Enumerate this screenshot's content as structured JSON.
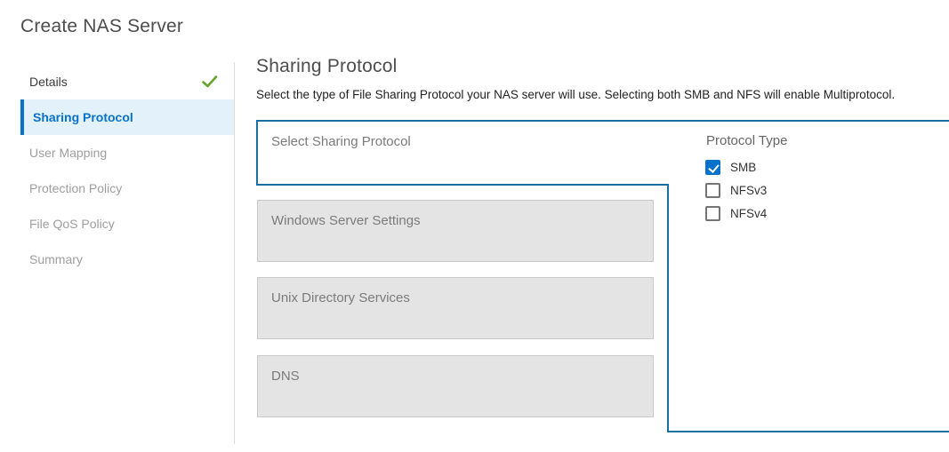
{
  "page_title": "Create NAS Server",
  "sidebar": {
    "items": [
      {
        "label": "Details",
        "state": "complete"
      },
      {
        "label": "Sharing Protocol",
        "state": "active"
      },
      {
        "label": "User Mapping",
        "state": "upcoming"
      },
      {
        "label": "Protection Policy",
        "state": "upcoming"
      },
      {
        "label": "File QoS Policy",
        "state": "upcoming"
      },
      {
        "label": "Summary",
        "state": "upcoming"
      }
    ]
  },
  "main": {
    "heading": "Sharing Protocol",
    "description": "Select the type of File Sharing Protocol your NAS server will use. Selecting both SMB and NFS will enable Multiprotocol.",
    "accordion": {
      "expanded_section": {
        "label": "Select Sharing Protocol",
        "content": {
          "group_label": "Protocol Type",
          "options": [
            {
              "label": "SMB",
              "checked": true
            },
            {
              "label": "NFSv3",
              "checked": false
            },
            {
              "label": "NFSv4",
              "checked": false
            }
          ]
        }
      },
      "collapsed_sections": [
        {
          "label": "Windows Server Settings"
        },
        {
          "label": "Unix Directory Services"
        },
        {
          "label": "DNS"
        }
      ]
    }
  },
  "colors": {
    "accent_blue": "#0672cb",
    "outline_blue": "#1b6f9e",
    "complete_green": "#64a32c",
    "active_bg": "#e3f1fb"
  }
}
